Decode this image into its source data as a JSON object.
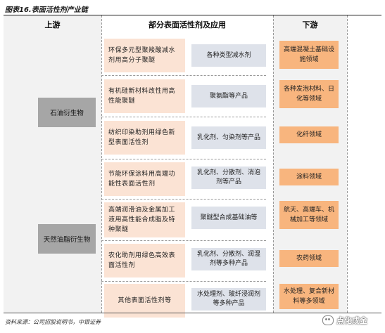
{
  "title": "图表16.表面活性剂产业链",
  "headers": {
    "upstream": "上游",
    "middle": "部分表面活性剂及应用",
    "downstream": "下游"
  },
  "sources": [
    "石油衍生物",
    "天然油脂衍生物"
  ],
  "rows": [
    {
      "product": "环保多元型聚羧酸减水剂用高分子聚醚",
      "application": "各种类型减水剂",
      "field": "高端混凝土基础设施领域"
    },
    {
      "product": "有机硅新材料改性用高性能聚醚",
      "application": "聚氨酯等产品",
      "field": "各种发泡材料、日化等领域"
    },
    {
      "product": "纺织印染助剂用绿色新型表面活性剂",
      "application": "乳化剂、匀染剂等产品",
      "field": "化纤领域"
    },
    {
      "product": "节能环保涂料用高端功能性表面活性剂",
      "application": "乳化剂、分散剂、消泡剂等产品",
      "field": "涂料领域"
    },
    {
      "product": "高端润滑油及金属加工液用高性能合成脂及特种聚醚",
      "application": "聚醚型合成基础油等",
      "field": "航天、高端车、机械加工等领域"
    },
    {
      "product": "农化助剂用绿色高效表面活性剂",
      "application": "乳化剂、分散剂、润湿剂等多种产品",
      "field": "农药领域"
    },
    {
      "product": "其他表面活性剂等",
      "application": "水处理剂、玻纤浸润剂等多种产品",
      "field": "水处理、复合新材料等多领域"
    }
  ],
  "source_note": "资料来源：公司招股说明书，中银证券",
  "watermark": "点化成金"
}
